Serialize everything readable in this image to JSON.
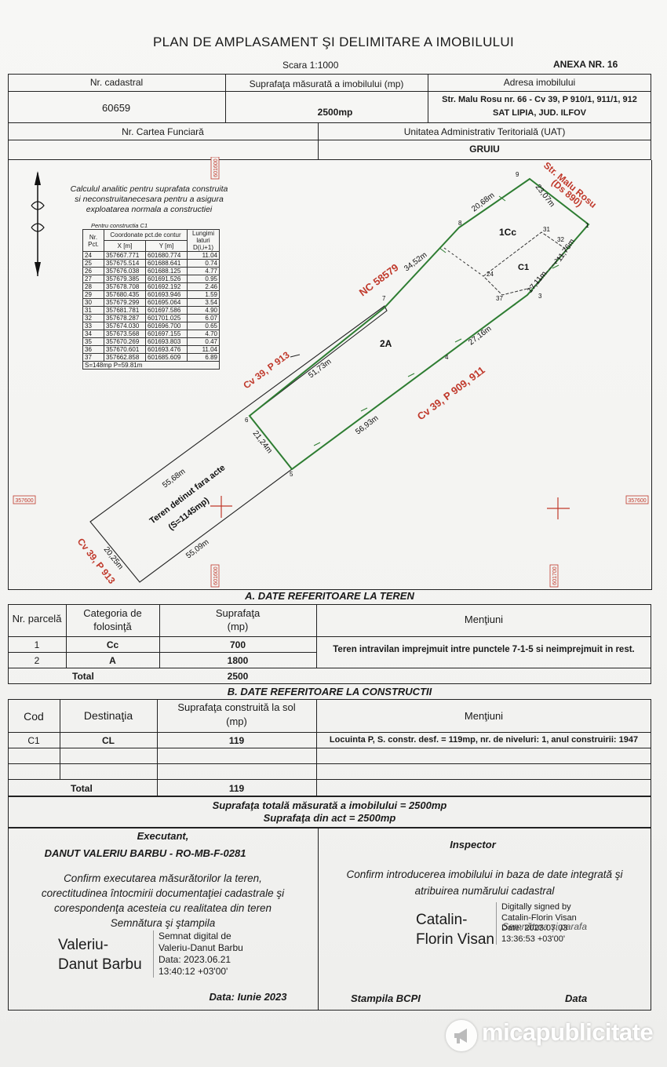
{
  "header": {
    "title": "PLAN DE AMPLASAMENT ŞI DELIMITARE A IMOBILULUI",
    "scale": "Scara 1:1000",
    "anexa": "ANEXA NR. 16"
  },
  "top_table": {
    "nr_cadastral_label": "Nr. cadastral",
    "nr_cadastral_value": "60659",
    "suprafata_label": "Suprafaţa măsurată a imobilului (mp)",
    "suprafata_value": "2500mp",
    "adresa_label": "Adresa imobilului",
    "adresa_line1": "Str. Malu Rosu nr. 66 - Cv 39, P 910/1, 911/1, 912",
    "adresa_line2": "SAT LIPIA, JUD. ILFOV",
    "carte_label": "Nr. Cartea Funciară",
    "uat_label": "Unitatea Administrativ Teritorială (UAT)",
    "uat_value": "GRUIU"
  },
  "plan": {
    "calc_title_1": "Calculul analitic pentru suprafata construita",
    "calc_title_2": "si neconstruitanecesara pentru a asigura",
    "calc_title_3": "exploatarea normala a constructiei",
    "pentru": "Pentru constructia C1",
    "col_nr": "Nr.",
    "col_pct": "Pct.",
    "col_coord": "Coordonate pct.de contur",
    "col_x": "X [m]",
    "col_y": "Y [m]",
    "col_lung_1": "Lungimi",
    "col_lung_2": "laturi",
    "col_lung_3": "D(i,i+1)",
    "rows": [
      [
        "24",
        "357667.771",
        "601680.774",
        "11.04"
      ],
      [
        "25",
        "357675.514",
        "601688.641",
        "0.74"
      ],
      [
        "26",
        "357676.038",
        "601688.125",
        "4.77"
      ],
      [
        "27",
        "357679.385",
        "601691.526",
        "0.95"
      ],
      [
        "28",
        "357678.708",
        "601692.192",
        "2.46"
      ],
      [
        "29",
        "357680.435",
        "601693.946",
        "1.59"
      ],
      [
        "30",
        "357679.299",
        "601695.064",
        "3.54"
      ],
      [
        "31",
        "357681.781",
        "601697.586",
        "4.90"
      ],
      [
        "32",
        "357678.287",
        "601701.025",
        "6.07"
      ],
      [
        "33",
        "357674.030",
        "601696.700",
        "0.65"
      ],
      [
        "34",
        "357673.568",
        "601697.155",
        "4.70"
      ],
      [
        "35",
        "357670.269",
        "601693.803",
        "0.47"
      ],
      [
        "36",
        "357670.601",
        "601693.476",
        "11.04"
      ],
      [
        "37",
        "357662.858",
        "601685.609",
        "6.89"
      ]
    ],
    "summary": "S=148mp  P=59.81m",
    "grid_x_left": "357600",
    "grid_x_right": "357600",
    "grid_y_top": "601600",
    "grid_y_bottom_left": "601600",
    "grid_y_bottom_right": "601700",
    "street": "Str. Malu Rosu",
    "street_ds": "(Ds 890)",
    "nc": "NC 58579",
    "cv_top": "Cv 39, P 913",
    "cv_bottom_left": "Cv 39, P 913",
    "cv_right": "Cv 39, P 909, 911",
    "label_1cc": "1Cc",
    "label_c1": "C1",
    "label_2a": "2A",
    "teren_1": "Teren detinut fara acte",
    "teren_2": "(S=1145mp)",
    "dims": {
      "d_20_68": "20,68m",
      "d_23_07": "23,07m",
      "d_11_76": "11,76m",
      "d_17_11": "17,11m",
      "d_34_52": "34,52m",
      "d_27_16": "27,16m",
      "d_51_73": "51,73m",
      "d_56_93": "56,93m",
      "d_21_24": "21,24m",
      "d_55_68": "55,68m",
      "d_55_09": "55,09m",
      "d_20_25": "20,25m"
    },
    "points": {
      "p1": "1",
      "p2": "2",
      "p3": "3",
      "p4": "4",
      "p5": "5",
      "p6": "6",
      "p7": "7",
      "p8": "8",
      "p9": "9",
      "p24": "24",
      "p31": "31",
      "p32": "32",
      "p37": "37"
    }
  },
  "section_a": {
    "title": "A. DATE REFERITOARE LA TEREN",
    "col_parcela": "Nr. parcelă",
    "col_categoria_1": "Categoria de",
    "col_categoria_2": "folosinţă",
    "col_suprafata_1": "Suprafaţa",
    "col_suprafata_2": "(mp)",
    "col_mentiuni": "Menţiuni",
    "rows": [
      {
        "nr": "1",
        "cat": "Cc",
        "supr": "700"
      },
      {
        "nr": "2",
        "cat": "A",
        "supr": "1800"
      }
    ],
    "mentiune": "Teren intravilan imprejmuit intre punctele 7-1-5 si neimprejmuit in rest.",
    "total_label": "Total",
    "total_value": "2500"
  },
  "section_b": {
    "title": "B. DATE REFERITOARE LA CONSTRUCTII",
    "col_cod": "Cod",
    "col_destinatia": "Destinaţia",
    "col_suprafata_1": "Suprafaţa construită la sol",
    "col_suprafata_2": "(mp)",
    "col_mentiuni": "Menţiuni",
    "row_cod": "C1",
    "row_dest": "CL",
    "row_supr": "119",
    "row_mentiune": "Locuinta P, S. constr. desf. = 119mp, nr. de niveluri: 1, anul construirii: 1947",
    "total_label": "Total",
    "total_value": "119"
  },
  "totals": {
    "line1": "Suprafaţa totală măsurată a imobilului = 2500mp",
    "line2": "Suprafaţa din act = 2500mp"
  },
  "executant": {
    "title": "Executant,",
    "name": "DANUT VALERIU BARBU - RO-MB-F-0281",
    "confirm_1": "Confirm executarea măsurătorilor la teren,",
    "confirm_2": "corectitudinea întocmirii documentaţiei cadastrale şi",
    "confirm_3": "corespondenţa acesteia cu realitatea din teren",
    "semnatura": "Semnătura şi ştampila",
    "sig_name_1": "Valeriu-",
    "sig_name_2": "Danut Barbu",
    "sig_text_1": "Semnat digital de",
    "sig_text_2": "Valeriu-Danut Barbu",
    "sig_text_3": "Data: 2023.06.21",
    "sig_text_4": "13:40:12 +03'00'",
    "data": "Data: Iunie  2023"
  },
  "inspector": {
    "title": "Inspector",
    "confirm_1": "Confirm introducerea imobilului in baza de date integrată şi",
    "confirm_2": "atribuirea numărului cadastral",
    "semnatura": "Semnătura şi parafa",
    "sig_name_1": "Catalin-",
    "sig_name_2": "Florin Visan",
    "sig_text_1": "Digitally signed by",
    "sig_text_2": "Catalin-Florin Visan",
    "sig_text_3": "Date: 2023.07.03",
    "sig_text_4": "13:36:53 +03'00'",
    "stampila": "Stampila BCPI",
    "data": "Data"
  },
  "watermark": "micapublicitate",
  "colors": {
    "ink": "#1a1a1a",
    "red": "#c0392b",
    "green": "#2e7d32"
  }
}
